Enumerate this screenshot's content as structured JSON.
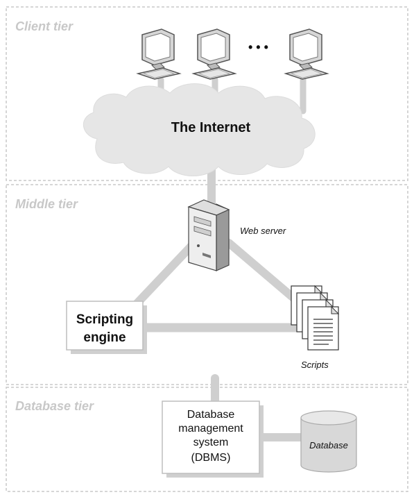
{
  "tiers": {
    "client": "Client tier",
    "middle": "Middle tier",
    "database": "Database tier"
  },
  "internet_label": "The Internet",
  "ellipsis": "• • •",
  "web_server_label": "Web server",
  "scripting_engine": {
    "line1": "Scripting",
    "line2": "engine"
  },
  "scripts_label": "Scripts",
  "dbms": {
    "line1": "Database",
    "line2": "management",
    "line3": "system",
    "line4": "(DBMS)"
  },
  "database_label": "Database",
  "colors": {
    "tier_label": "#c8c8c8",
    "tier_border": "#c8c8c8",
    "connector": "#cfcfcf",
    "cloud_fill": "#e6e6e6",
    "box_fill": "#ffffff",
    "shadow": "#cfcfcf"
  },
  "icons": [
    "workstation-icon",
    "cloud-icon",
    "server-tower-icon",
    "script-pages-icon",
    "database-cylinder-icon"
  ]
}
